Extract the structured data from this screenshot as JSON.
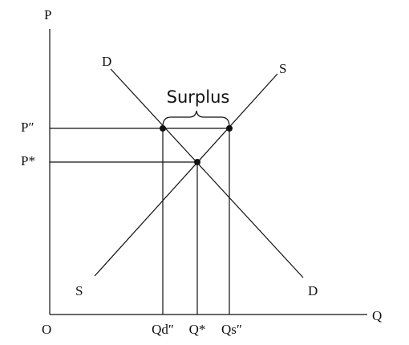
{
  "axes": {
    "y_label": "P",
    "x_label": "Q",
    "origin_label": "O"
  },
  "curves": {
    "demand": {
      "label_top": "D",
      "label_bottom": "D"
    },
    "supply": {
      "label_top": "S",
      "label_bottom": "S"
    }
  },
  "price_labels": {
    "high": "P″",
    "equilibrium": "P*"
  },
  "quantity_labels": {
    "demanded": "Qd″",
    "equilibrium": "Q*",
    "supplied": "Qs″"
  },
  "annotation": {
    "surplus": "Surplus"
  }
}
